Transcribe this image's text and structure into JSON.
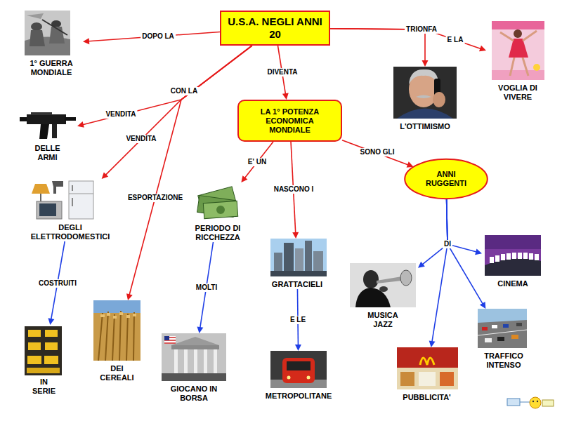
{
  "diagram": {
    "nodes": [
      {
        "text": [
          "U.S.A. NEGLI ANNI 20"
        ]
      },
      {
        "text": [
          "1° GUERRA MONDIALE"
        ]
      },
      {
        "text": [
          "L'OTTIMISMO"
        ]
      },
      {
        "text": [
          "VOGLIA DI VIVERE"
        ]
      },
      {
        "text": [
          "LA 1° POTENZA ECONOMICA MONDIALE"
        ]
      },
      {
        "text": [
          "DELLE ARMI"
        ]
      },
      {
        "text": [
          "DEGLI ELETTRODOMESTICI"
        ]
      },
      {
        "text": [
          "ANNI RUGGENTI"
        ]
      },
      {
        "text": [
          "PERIODO DI RICCHEZZA"
        ]
      },
      {
        "text": [
          "GRATTACIELI"
        ]
      },
      {
        "text": [
          "MUSICA JAZZ"
        ]
      },
      {
        "text": [
          "CINEMA"
        ]
      },
      {
        "text": [
          "IN SERIE"
        ]
      },
      {
        "text": [
          "DEI CEREALI"
        ]
      },
      {
        "text": [
          "GIOCANO IN BORSA"
        ]
      },
      {
        "text": [
          "METROPOLITANE"
        ]
      },
      {
        "text": [
          "PUBBLICITA'"
        ]
      },
      {
        "text": [
          "TRAFFICO INTENSO"
        ]
      }
    ],
    "edges": [
      {
        "from": 0,
        "to": 1,
        "label": "DOPO LA",
        "arrow": "to"
      },
      {
        "from": 0,
        "to": 2,
        "label": "TRIONFA",
        "arrow": "to"
      },
      {
        "from": 0,
        "to": 3,
        "label": "E LA",
        "arrow": "to"
      },
      {
        "from": 0,
        "to": 4,
        "label": "DIVENTA",
        "arrow": "to"
      },
      {
        "from": 0,
        "to": 5,
        "label": "VENDITA",
        "arrow": "to"
      },
      {
        "from": 0,
        "to": 6,
        "label": "VENDITA",
        "arrow": "to"
      },
      {
        "from": 0,
        "to": 13,
        "label": "ESPORTAZIONE",
        "arrow": "to"
      },
      {
        "from": 6,
        "to": 12,
        "label": "COSTRUITI",
        "arrow": "to"
      },
      {
        "from": 4,
        "to": 8,
        "label": "E' UN",
        "arrow": "to"
      },
      {
        "from": 4,
        "to": 9,
        "label": "NASCONO I",
        "arrow": "to"
      },
      {
        "from": 4,
        "to": 7,
        "label": "SONO GLI",
        "arrow": "to"
      },
      {
        "from": 8,
        "to": 14,
        "label": "MOLTI",
        "arrow": "to"
      },
      {
        "from": 9,
        "to": 15,
        "label": "E LE",
        "arrow": "to"
      },
      {
        "from": 7,
        "to": 10,
        "arrow": "to"
      },
      {
        "from": 7,
        "to": 11,
        "arrow": "to"
      },
      {
        "from": 7,
        "to": 16,
        "arrow": "to"
      },
      {
        "from": 7,
        "to": 17,
        "arrow": "to"
      }
    ],
    "labels": [
      "CON LA",
      "DI"
    ]
  }
}
